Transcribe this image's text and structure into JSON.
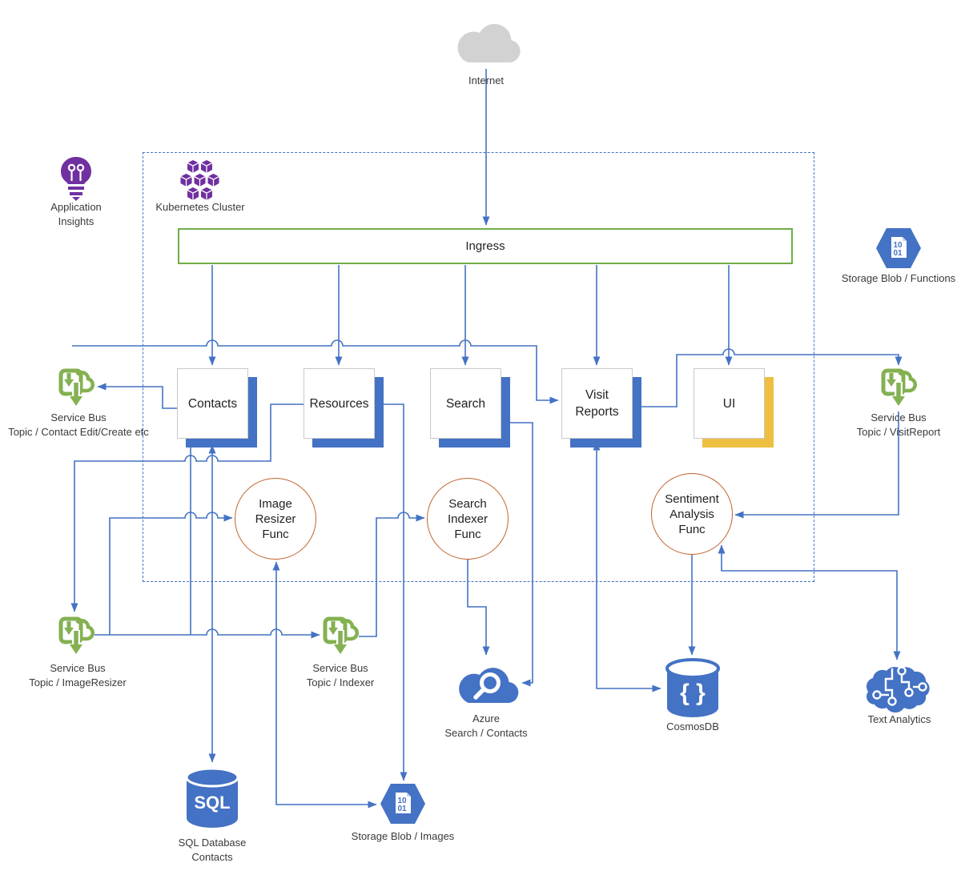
{
  "nodes": {
    "internet": {
      "label": "Internet"
    },
    "app_insights": {
      "line1": "Application",
      "line2": "Insights"
    },
    "kubernetes": {
      "label": "Kubernetes Cluster"
    },
    "ingress": {
      "label": "Ingress"
    },
    "storage_functions": {
      "label": "Storage Blob / Functions"
    },
    "services": {
      "contacts": "Contacts",
      "resources": "Resources",
      "search": "Search",
      "visit_line1": "Visit",
      "visit_line2": "Reports",
      "ui": "UI"
    },
    "sb_contact": {
      "line1": "Service Bus",
      "line2": "Topic / Contact Edit/Create etc"
    },
    "sb_visitreport": {
      "line1": "Service Bus",
      "line2": "Topic / VisitReport"
    },
    "sb_imageresizer": {
      "line1": "Service Bus",
      "line2": "Topic / ImageResizer"
    },
    "sb_indexer": {
      "line1": "Service Bus",
      "line2": "Topic / Indexer"
    },
    "func_image": {
      "line1": "Image",
      "line2": "Resizer",
      "line3": "Func"
    },
    "func_search": {
      "line1": "Search",
      "line2": "Indexer",
      "line3": "Func"
    },
    "func_sentiment": {
      "line1": "Sentiment",
      "line2": "Analysis",
      "line3": "Func"
    },
    "azure_search": {
      "line1": "Azure",
      "line2": "Search / Contacts"
    },
    "cosmosdb": {
      "label": "CosmosDB"
    },
    "text_analytics": {
      "label": "Text Analytics"
    },
    "sql": {
      "line1": "SQL Database",
      "line2": "Contacts"
    },
    "storage_images": {
      "label": "Storage Blob / Images"
    }
  },
  "icons": {
    "sql_glyph": "SQL",
    "cosmos_glyph": "{ }",
    "blob_glyph_line1": "10",
    "blob_glyph_line2": "01"
  },
  "colors": {
    "line": "#4472C4",
    "azure_blue": "#4472C4",
    "shadow_blue": "#4472C4",
    "shadow_gold": "#EFBF41",
    "ingress_green": "#70AD47",
    "func_ring_orange": "#C0632C",
    "service_bus_green": "#84B152",
    "purple": "#7030A0",
    "internet_gray": "#D2D2D2"
  }
}
